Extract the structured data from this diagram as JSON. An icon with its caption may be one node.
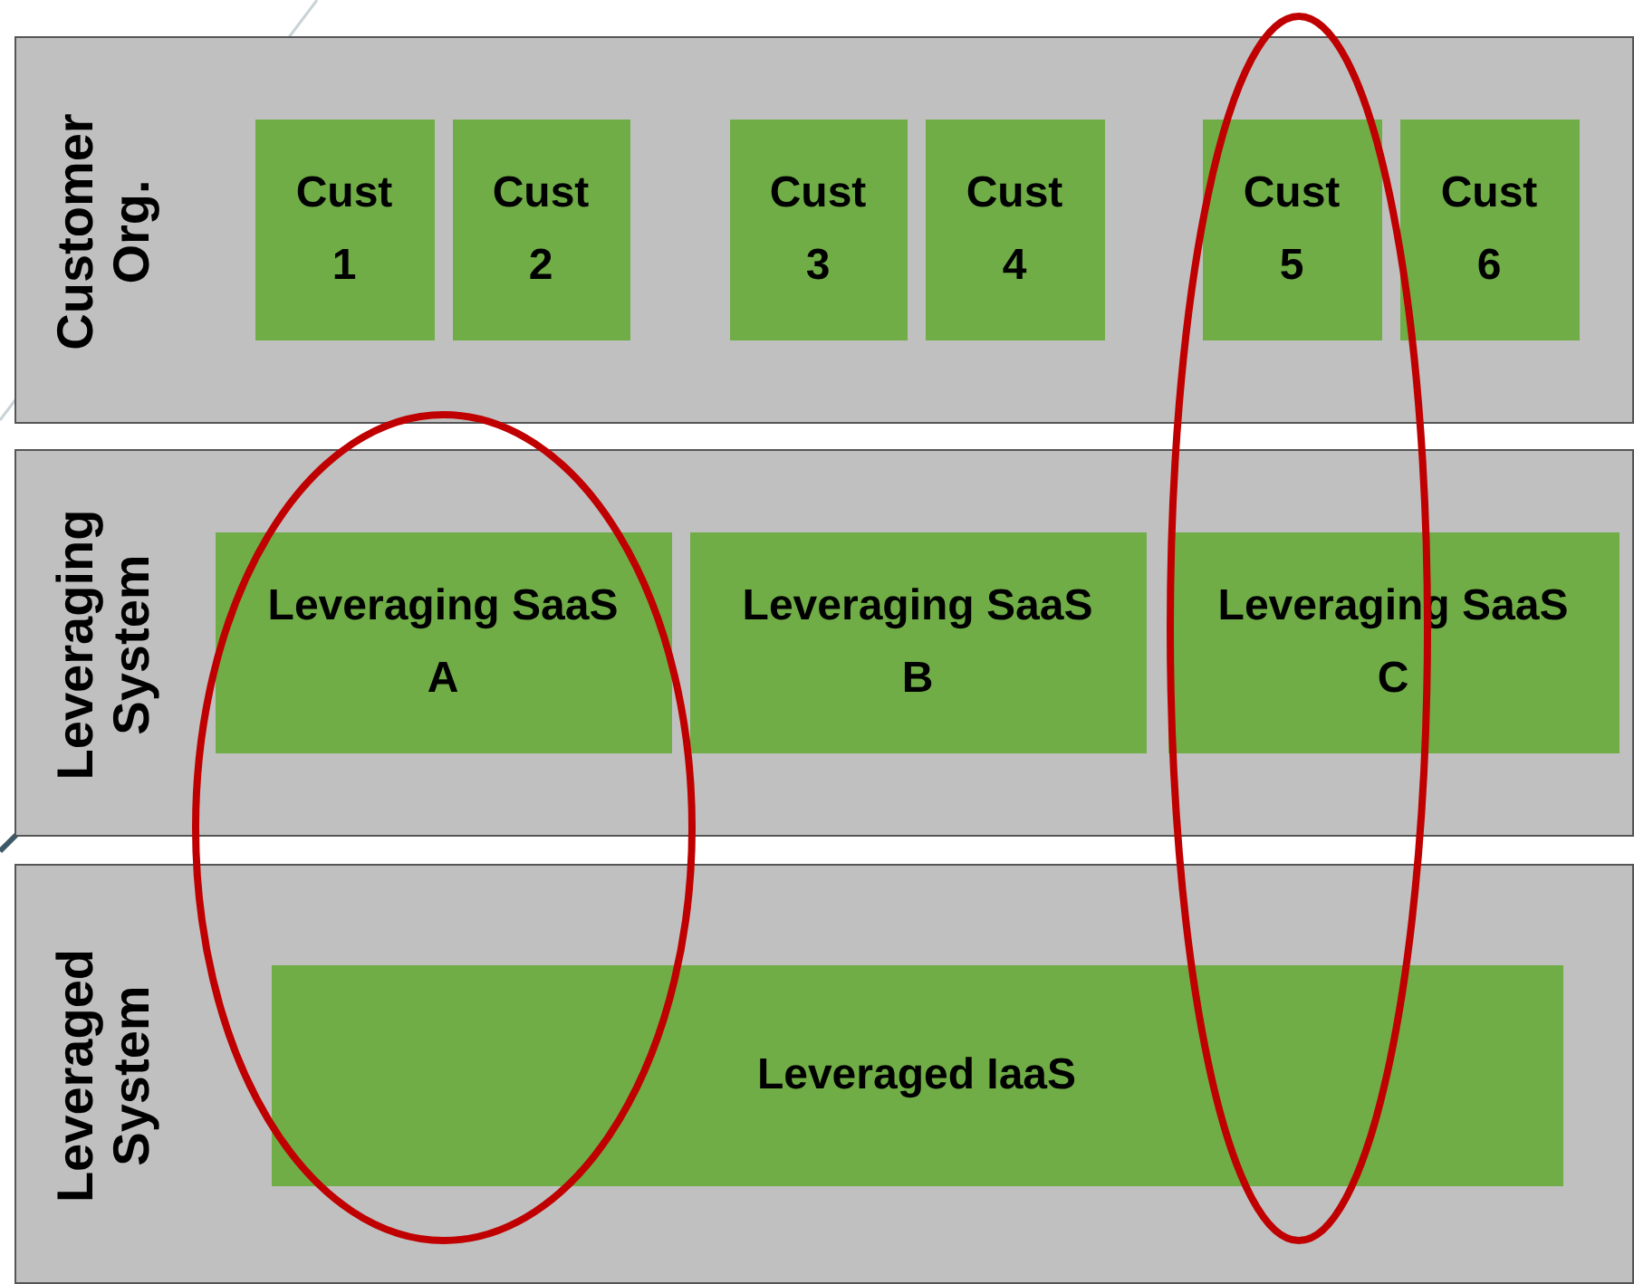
{
  "diagram": {
    "nodes": [
      {
        "text": [
          "Customer Org."
        ]
      },
      {
        "text": [
          "Cust 1"
        ],
        "in": 0
      },
      {
        "text": [
          "Cust 2"
        ],
        "in": 0
      },
      {
        "text": [
          "Cust 3"
        ],
        "in": 0
      },
      {
        "text": [
          "Cust 4"
        ],
        "in": 0
      },
      {
        "text": [
          "Cust 5"
        ],
        "in": 0
      },
      {
        "text": [
          "Cust 6"
        ],
        "in": 0
      },
      {
        "text": [
          "Leveraging System"
        ]
      },
      {
        "text": [
          "Leveraging SaaS A"
        ],
        "in": 7
      },
      {
        "text": [
          "Leveraging SaaS B"
        ],
        "in": 7
      },
      {
        "text": [
          "Leveraging SaaS C"
        ],
        "in": 7
      },
      {
        "text": [
          "Leveraged System"
        ]
      },
      {
        "text": [
          "Leveraged IaaS"
        ],
        "in": 11
      }
    ]
  }
}
